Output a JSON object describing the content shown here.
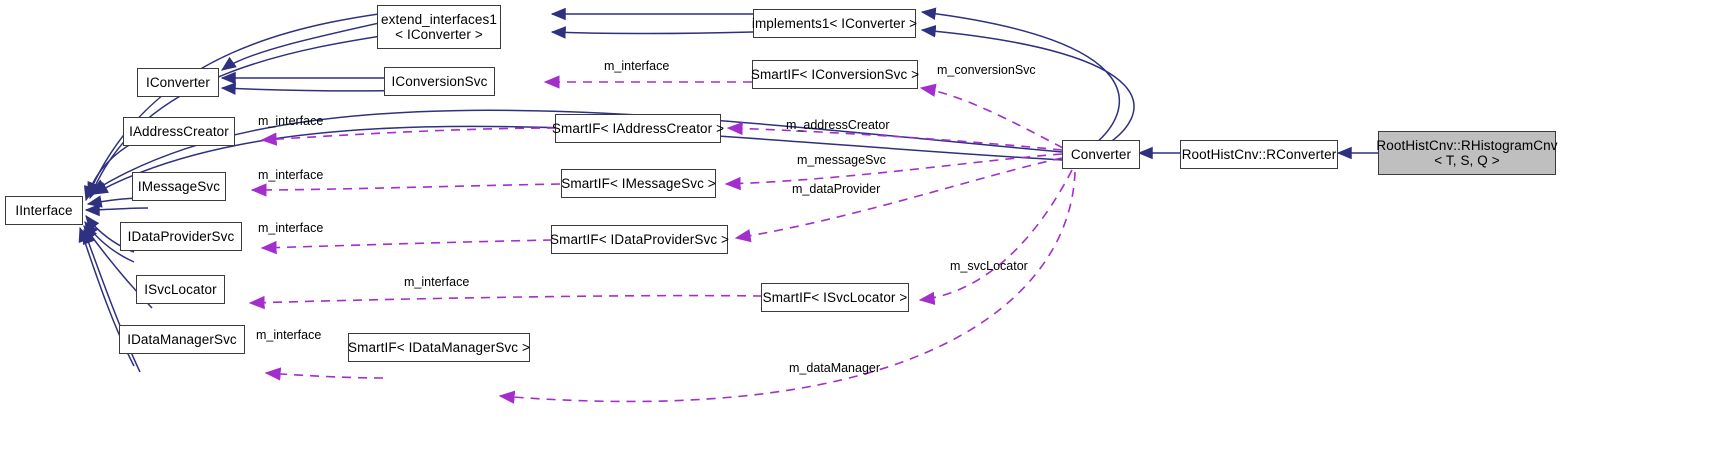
{
  "diagram": {
    "title": "RootHistCnv::RHistogramCnv< T, S, Q > collaboration diagram",
    "colors": {
      "inheritance_edge": "#2e3080",
      "usage_edge": "#a32ecb",
      "node_border": "#3b3b3b",
      "node_fill": "#ffffff",
      "highlight_fill": "#bfbfbf"
    },
    "nodes": [
      {
        "id": "iinterface",
        "label": "IInterface",
        "label2": ""
      },
      {
        "id": "iconverter",
        "label": "IConverter",
        "label2": ""
      },
      {
        "id": "iaddresscreator",
        "label": "IAddressCreator",
        "label2": ""
      },
      {
        "id": "imessagesvc",
        "label": "IMessageSvc",
        "label2": ""
      },
      {
        "id": "idataprovidersvc",
        "label": "IDataProviderSvc",
        "label2": ""
      },
      {
        "id": "isvclocator",
        "label": "ISvcLocator",
        "label2": ""
      },
      {
        "id": "idatamanagersvc",
        "label": "IDataManagerSvc",
        "label2": ""
      },
      {
        "id": "extend_interfaces1",
        "label": "extend_interfaces1",
        "label2": "< IConverter >"
      },
      {
        "id": "iconversionsvc",
        "label": "IConversionSvc",
        "label2": ""
      },
      {
        "id": "smartif_iaddresscreator",
        "label": "SmartIF< IAddressCreator >",
        "label2": ""
      },
      {
        "id": "smartif_imessagesvc",
        "label": "SmartIF< IMessageSvc >",
        "label2": ""
      },
      {
        "id": "smartif_idataprovidersvc",
        "label": "SmartIF< IDataProviderSvc >",
        "label2": ""
      },
      {
        "id": "smartif_idatamanagersvc",
        "label": "SmartIF< IDataManagerSvc >",
        "label2": ""
      },
      {
        "id": "smartif_isvclocator",
        "label": "SmartIF< ISvcLocator >",
        "label2": ""
      },
      {
        "id": "implements1",
        "label": "implements1< IConverter >",
        "label2": ""
      },
      {
        "id": "smartif_iconversionsvc",
        "label": "SmartIF< IConversionSvc >",
        "label2": ""
      },
      {
        "id": "converter",
        "label": "Converter",
        "label2": ""
      },
      {
        "id": "rconverter",
        "label": "RootHistCnv::RConverter",
        "label2": ""
      },
      {
        "id": "rhistogramcnv",
        "label": "RootHistCnv::RHistogramCnv",
        "label2": "< T, S, Q >"
      }
    ],
    "edge_labels": [
      {
        "id": "lbl_m_interface_conversionsvc",
        "text": "m_interface"
      },
      {
        "id": "lbl_m_interface_addresscreator",
        "text": "m_interface"
      },
      {
        "id": "lbl_m_interface_messagesvc",
        "text": "m_interface"
      },
      {
        "id": "lbl_m_interface_dataprovider",
        "text": "m_interface"
      },
      {
        "id": "lbl_m_interface_svclocator",
        "text": "m_interface"
      },
      {
        "id": "lbl_m_interface_datamanager",
        "text": "m_interface"
      },
      {
        "id": "lbl_m_conversionSvc",
        "text": "m_conversionSvc"
      },
      {
        "id": "lbl_m_addressCreator",
        "text": "m_addressCreator"
      },
      {
        "id": "lbl_m_messageSvc",
        "text": "m_messageSvc"
      },
      {
        "id": "lbl_m_dataProvider",
        "text": "m_dataProvider"
      },
      {
        "id": "lbl_m_svcLocator",
        "text": "m_svcLocator"
      },
      {
        "id": "lbl_m_dataManager",
        "text": "m_dataManager"
      }
    ]
  }
}
